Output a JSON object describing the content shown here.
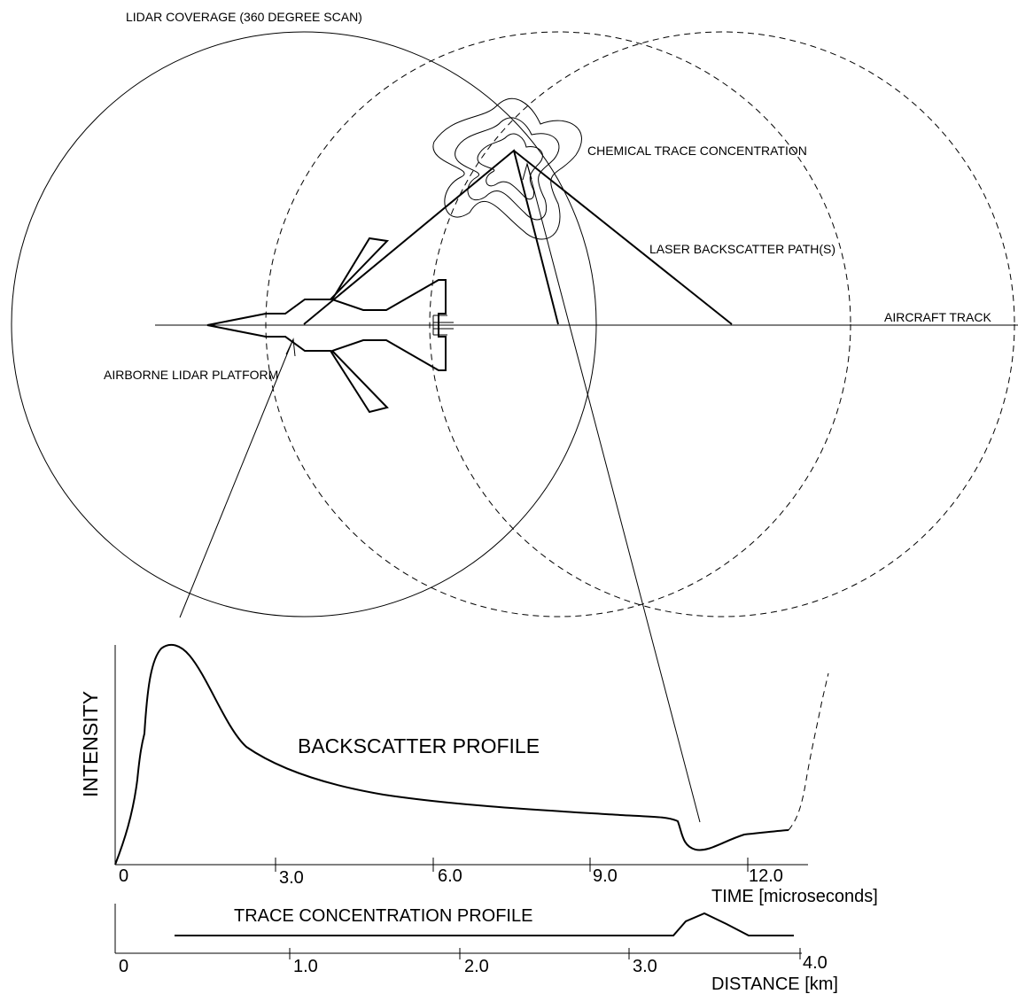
{
  "labels": {
    "lidar_coverage": "LIDAR COVERAGE (360 DEGREE SCAN)",
    "chemical_trace": "CHEMICAL TRACE CONCENTRATION",
    "laser_backscatter": "LASER BACKSCATTER PATH(S)",
    "aircraft_track": "AIRCRAFT TRACK",
    "airborne_platform": "AIRBORNE LIDAR PLATFORM",
    "intensity": "INTENSITY",
    "backscatter_profile": "BACKSCATTER  PROFILE",
    "time_axis": "TIME [microseconds]",
    "trace_profile": "TRACE CONCENTRATION PROFILE",
    "distance_axis": "DISTANCE [km]"
  },
  "time_ticks": [
    "0",
    "3.0",
    "6.0",
    "9.0",
    "12.0"
  ],
  "distance_ticks": [
    "0",
    "1.0",
    "2.0",
    "3.0",
    "4.0"
  ],
  "colors": {
    "ink": "#000000",
    "background": "#ffffff"
  }
}
